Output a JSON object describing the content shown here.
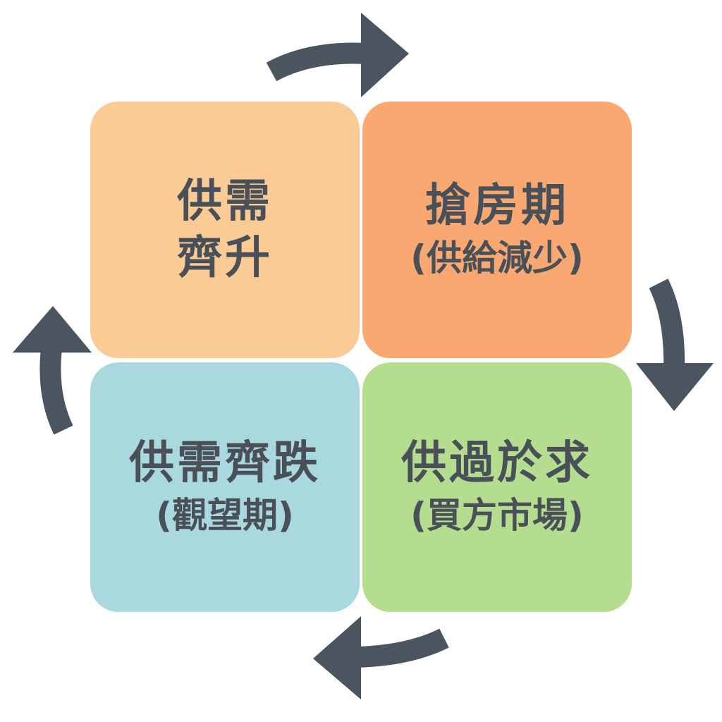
{
  "colors": {
    "supply_demand_rise": "#FBCB96",
    "rush_period": "#F9A872",
    "supply_demand_fall": "#A9D9DF",
    "oversupply": "#B5DD8F",
    "arrow": "#4B5560",
    "text": "#4A5058"
  },
  "quadrants": {
    "top_left": {
      "line1": "供需",
      "line2": "齊升"
    },
    "top_right": {
      "title": "搶房期",
      "subtitle": "(供給減少)"
    },
    "bottom_left": {
      "title": "供需齊跌",
      "subtitle": "(觀望期)"
    },
    "bottom_right": {
      "title": "供過於求",
      "subtitle": "(買方市場)"
    }
  }
}
